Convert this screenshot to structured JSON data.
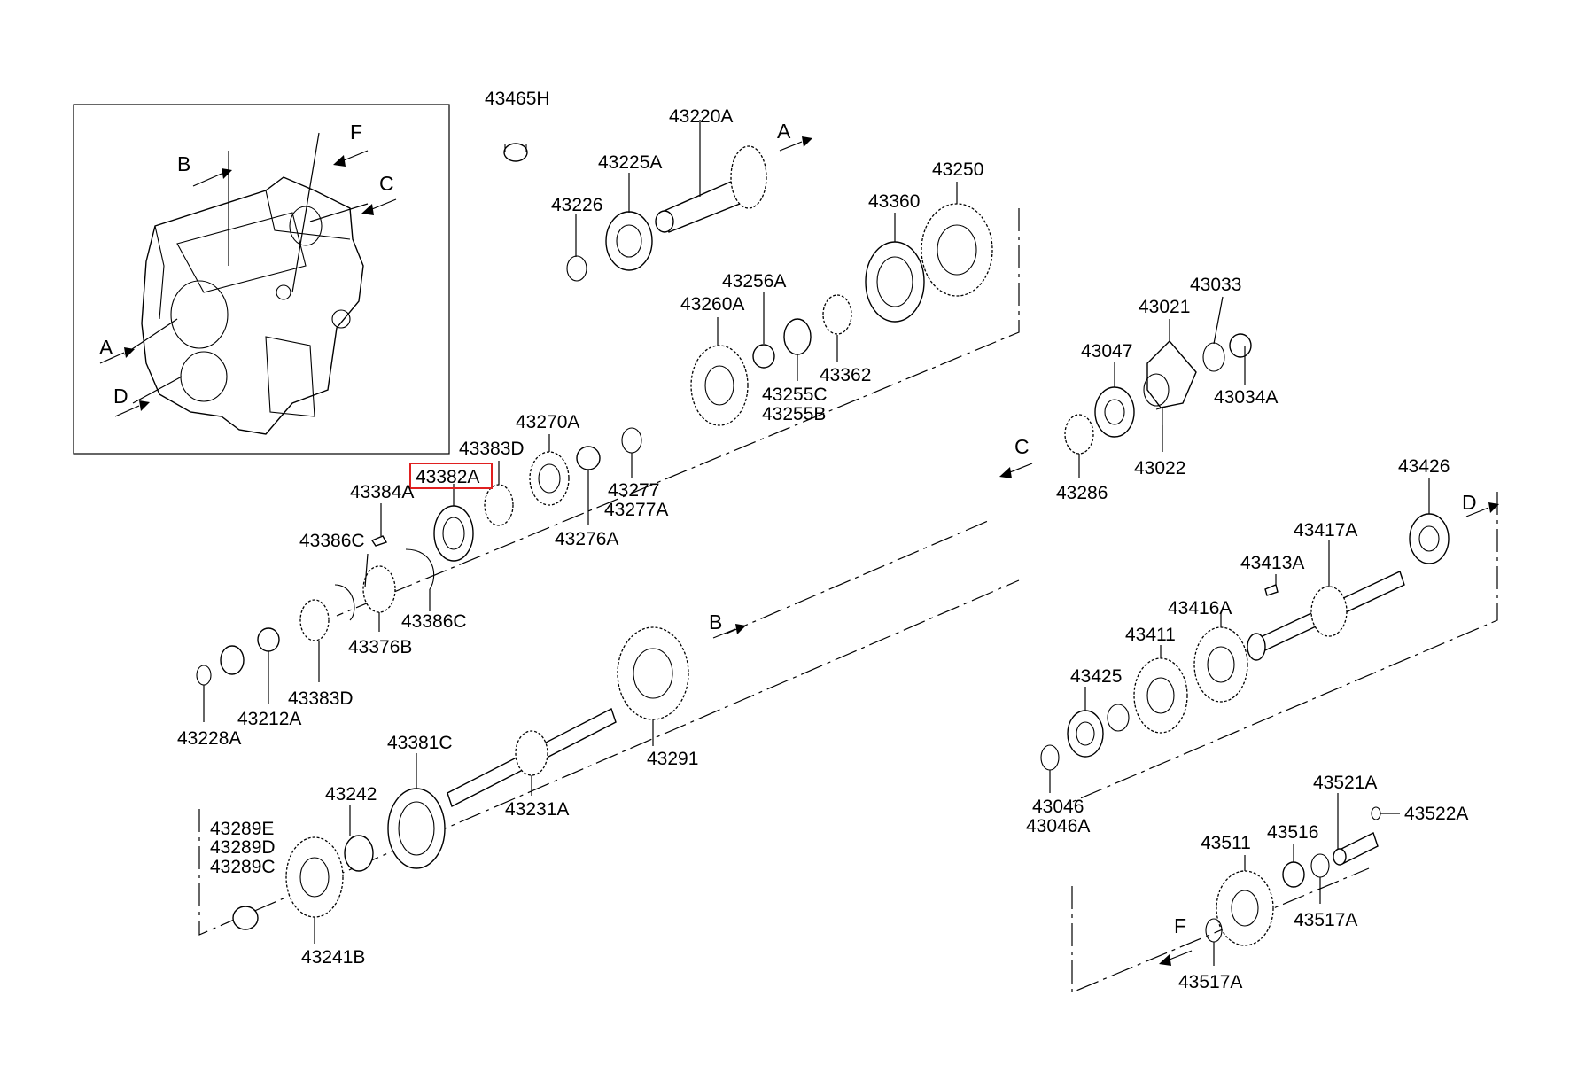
{
  "highlighted_part": "43382A",
  "view_letters": [
    "A",
    "B",
    "C",
    "D",
    "F"
  ],
  "callouts": [
    "43465H",
    "43220A",
    "43225A",
    "43226",
    "43250",
    "43360",
    "43256A",
    "43260A",
    "43362",
    "43255C",
    "43255B",
    "43033",
    "43021",
    "43047",
    "43034A",
    "43022",
    "43286",
    "43270A",
    "43383D",
    "43382A",
    "43384A",
    "43277",
    "43277A",
    "43276A",
    "43386C",
    "43386C",
    "43376B",
    "43383D",
    "43212A",
    "43228A",
    "43426",
    "43417A",
    "43413A",
    "43416A",
    "43411",
    "43425",
    "43291",
    "43381C",
    "43231A",
    "43242",
    "43289E",
    "43289D",
    "43289C",
    "43241B",
    "43046",
    "43046A",
    "43521A",
    "43522A",
    "43516",
    "43511",
    "43517A",
    "43517A"
  ],
  "colors": {
    "line": "#000000",
    "highlight": "#e02020",
    "background": "#ffffff"
  }
}
